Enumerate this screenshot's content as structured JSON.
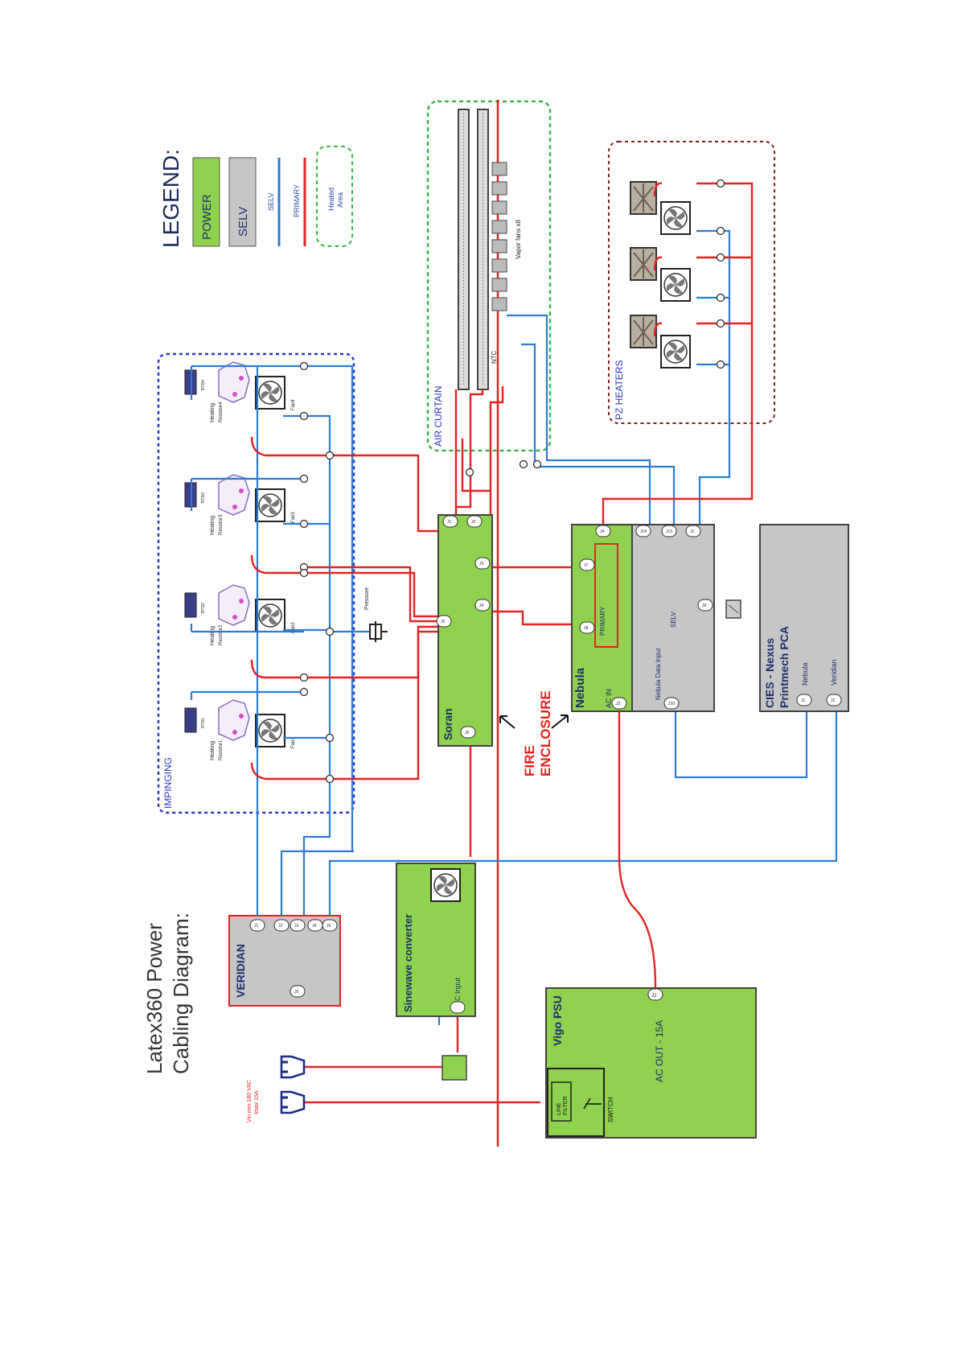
{
  "title": {
    "line1": "Latex360 Power",
    "line2": "Cabling Diagram:"
  },
  "legend": {
    "heading": "LEGEND:",
    "power": "POWER",
    "selv": "SELV",
    "selv_line": "SELV",
    "primary_line": "PRIMARY",
    "heated_area": [
      "Heated",
      "Area"
    ]
  },
  "mains_label": {
    "line1": "Vin mm 180 VAC",
    "line2": "Imax 15A"
  },
  "regions": {
    "impinging": "IMPINGING",
    "air_curtain": "AIR CURTAIN",
    "pz_heaters": "PZ HEATERS",
    "fire_enclosure": [
      "FIRE",
      "ENCLOSURE"
    ]
  },
  "impinging_units": [
    {
      "resistor": [
        "Heating",
        "Resistor1"
      ],
      "fan": "Fan1",
      "sensor": "RTD1"
    },
    {
      "resistor": [
        "Heating",
        "Resistor2"
      ],
      "fan": "Fan2",
      "sensor": "RTD2"
    },
    {
      "resistor": [
        "Heating",
        "Resistor3"
      ],
      "fan": "Fan3",
      "sensor": "RTD3"
    },
    {
      "resistor": [
        "Heating",
        "Resistor4"
      ],
      "fan": "Fan4",
      "sensor": "RTD4"
    }
  ],
  "pressure_label": "Pressure",
  "vapor_fans_label": "Vapor fans x8",
  "ntc_label": "NTC",
  "boards": {
    "soran": {
      "name": "Soran",
      "connectors": [
        "J1",
        "J2",
        "J3",
        "J4",
        "J5",
        "J6"
      ]
    },
    "nebula": {
      "name": "Nebula",
      "ac_in": "AC IN",
      "primary": "PRIMARY",
      "selv": "SELV",
      "data_input": "Nebula Data Input",
      "connectors": [
        "J4",
        "J7",
        "J8",
        "J14",
        "J13",
        "J1",
        "J9",
        "J10",
        "J2"
      ]
    },
    "cies": {
      "name_line1": "CIES - Nexus",
      "name_line2": "Printmech PCA",
      "ports": [
        "Nebula",
        "Veridian"
      ],
      "connectors": [
        "J1",
        "J2"
      ]
    },
    "veridian": {
      "name": "VERIDIAN",
      "connectors": [
        "J1",
        "J2",
        "J3",
        "J4",
        "J5",
        "J6"
      ]
    },
    "sinewave": {
      "name": "Sinewave converter",
      "ac_input": "AC Input"
    },
    "vigo": {
      "name": "Vigo PSU",
      "ac_out": "AC OUT - 15A",
      "line_filter": [
        "LINE",
        "FILTER"
      ],
      "switch": "SWITCH",
      "connector": "J2"
    }
  }
}
